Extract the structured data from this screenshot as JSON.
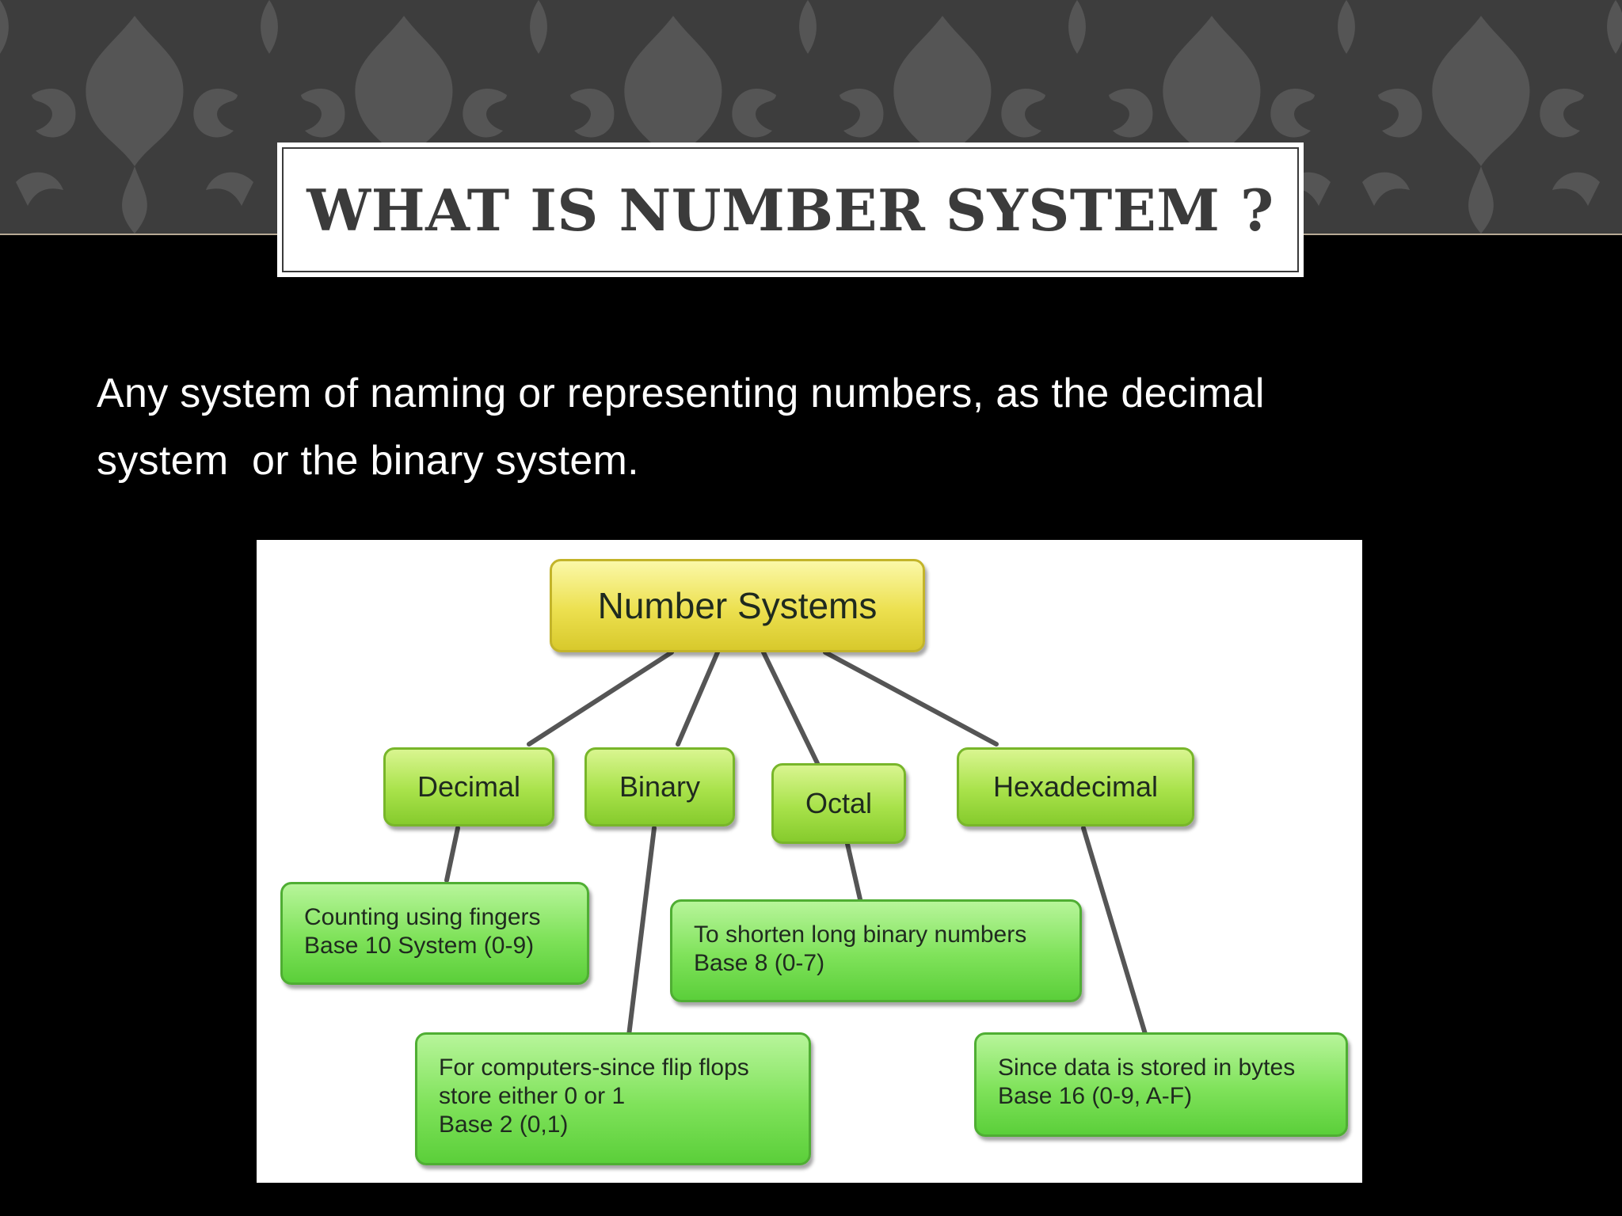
{
  "slide": {
    "title": "WHAT IS NUMBER SYSTEM ?",
    "body": "Any system of naming or representing numbers, as the decimal\nsystem  or the binary system."
  },
  "diagram": {
    "root": "Number Systems",
    "categories": {
      "decimal": "Decimal",
      "binary": "Binary",
      "octal": "Octal",
      "hexadecimal": "Hexadecimal"
    },
    "descriptions": {
      "decimal": [
        "Counting using fingers",
        "Base 10 System (0-9)"
      ],
      "binary": [
        "For computers-since flip flops",
        "store either 0 or 1",
        "Base 2 (0,1)"
      ],
      "octal": [
        "To shorten long binary numbers",
        "Base 8 (0-7)"
      ],
      "hexadecimal": [
        "Since data is stored in bytes",
        "Base 16 (0-9, A-F)"
      ]
    }
  },
  "colors": {
    "background": "#000000",
    "header_band": "#3d3d3d",
    "title_text": "#3b3b3b",
    "root_node": "#ece04f",
    "category_node": "#a8e24a",
    "description_node": "#7fe25a",
    "connector": "#555555"
  }
}
